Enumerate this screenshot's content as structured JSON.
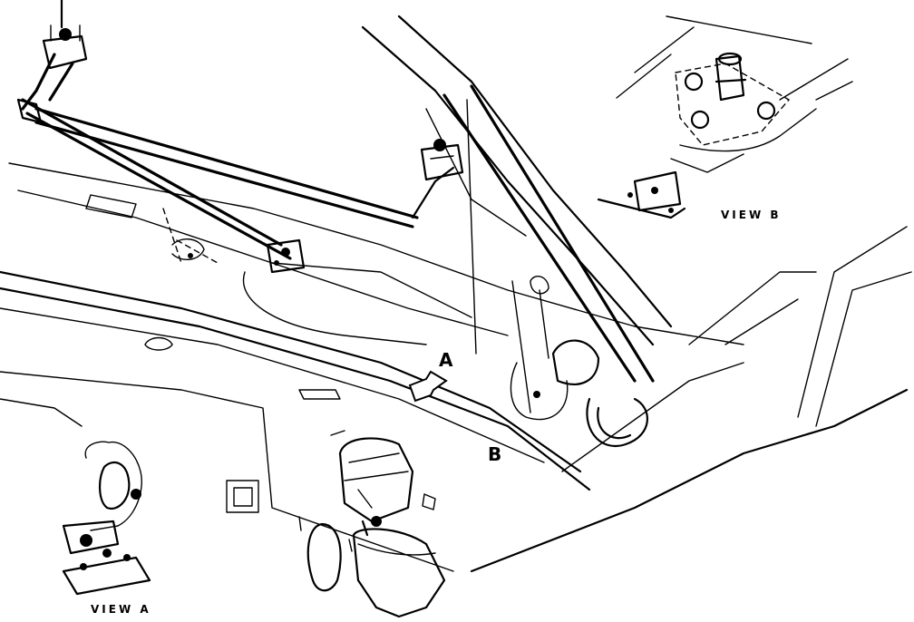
{
  "labels": {
    "callout_a": "A",
    "callout_b": "B",
    "view_a": "VIEW A",
    "view_b": "VIEW B"
  },
  "colors": {
    "ink": "#000000",
    "paper": "#ffffff"
  }
}
